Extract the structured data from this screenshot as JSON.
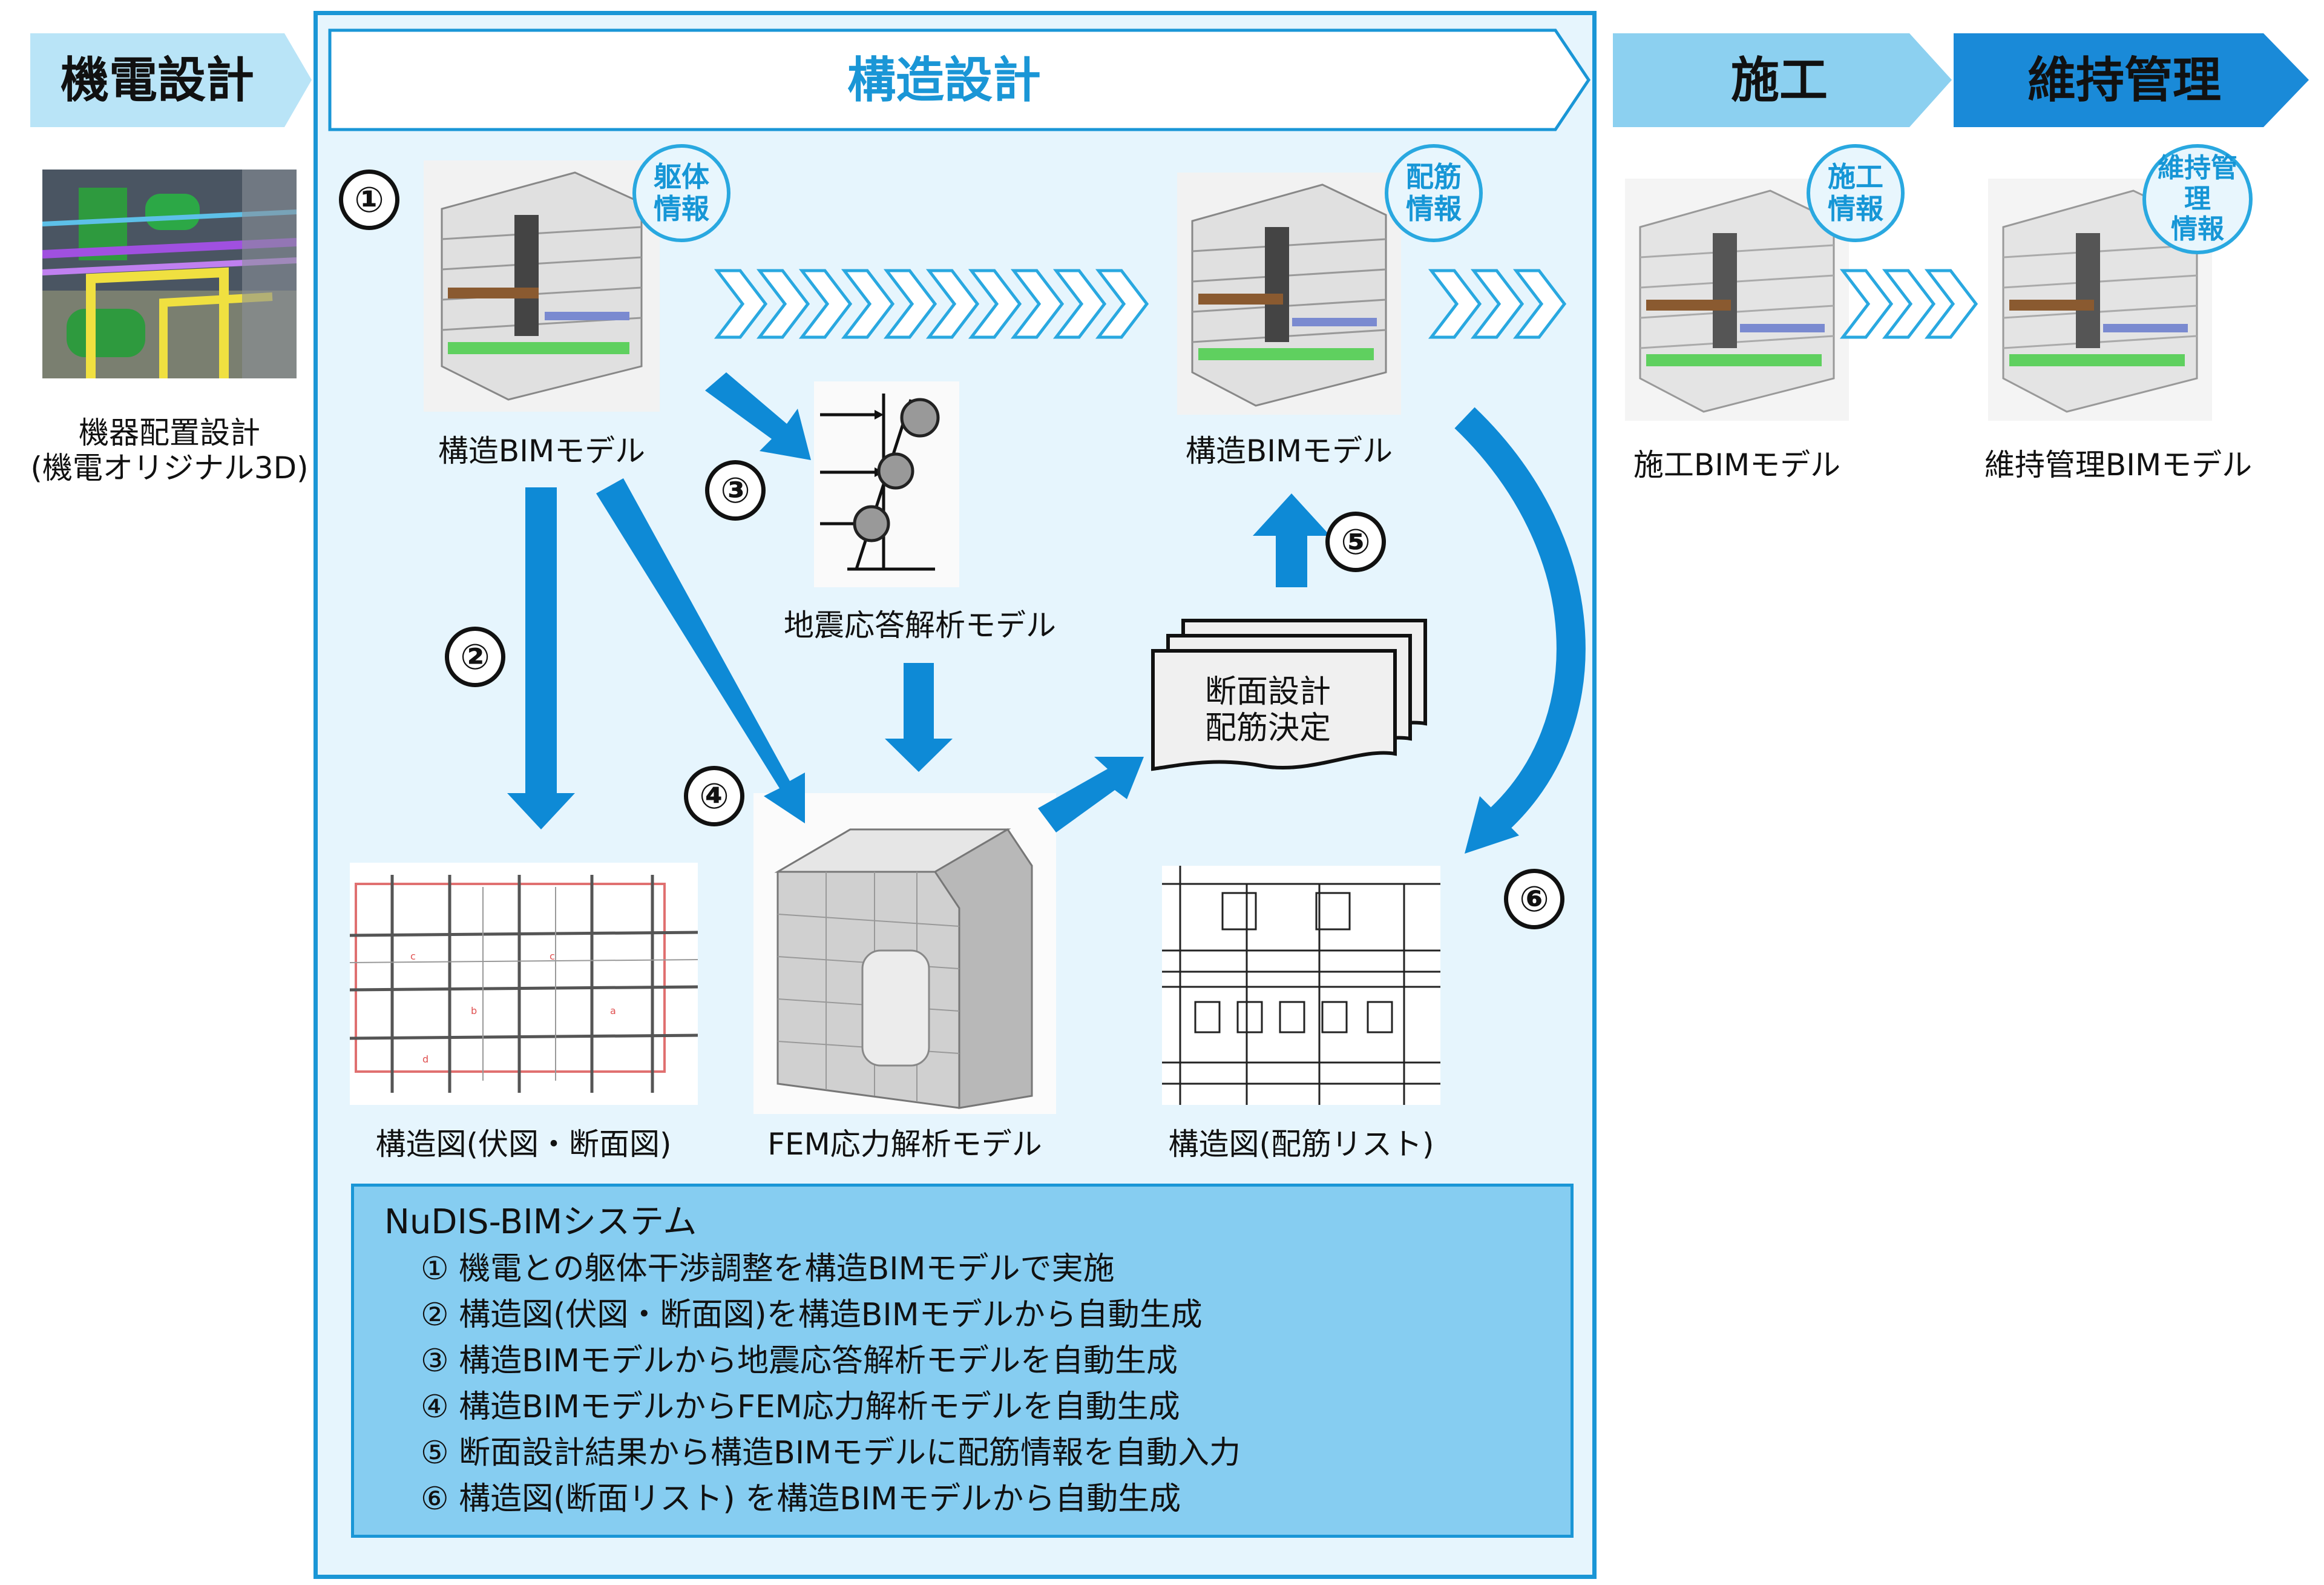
{
  "headers": {
    "mep_design": "機電設計",
    "structural_design": "構造設計",
    "construction": "施工",
    "maintenance": "維持管理"
  },
  "captions": {
    "mep_model": "機器配置設計",
    "mep_model_sub": "(機電オリジナル3D)",
    "structural_bim_1": "構造BIMモデル",
    "seismic_model": "地震応答解析モデル",
    "structural_bim_2": "構造BIMモデル",
    "construction_bim": "施工BIMモデル",
    "maintenance_bim": "維持管理BIMモデル",
    "structural_drawing": "構造図(伏図・断面図)",
    "fem_model": "FEM応力解析モデル",
    "rebar_list": "構造図(配筋リスト)"
  },
  "badges": {
    "frame_info_1": "躯体",
    "frame_info_2": "情報",
    "rebar_info_1": "配筋",
    "rebar_info_2": "情報",
    "construction_info_1": "施工",
    "construction_info_2": "情報",
    "maintenance_info_1": "維持管理",
    "maintenance_info_2": "情報"
  },
  "steps": {
    "s1": "①",
    "s2": "②",
    "s3": "③",
    "s4": "④",
    "s5": "⑤",
    "s6": "⑥"
  },
  "document_stack": {
    "line1": "断面設計",
    "line2": "配筋決定"
  },
  "system_box": {
    "title": "NuDIS-BIMシステム",
    "items": [
      "① 機電との躯体干渉調整を構造BIMモデルで実施",
      "② 構造図(伏図・断面図)を構造BIMモデルから自動生成",
      "③ 構造BIMモデルから地震応答解析モデルを自動生成",
      "④ 構造BIMモデルからFEM応力解析モデルを自動生成",
      "⑤ 断面設計結果から構造BIMモデルに配筋情報を自動入力",
      "⑥ 構造図(断面リスト) を構造BIMモデルから自動生成"
    ]
  },
  "colors": {
    "panel_bg": "#e6f5fd",
    "panel_border": "#1a96d6",
    "arrow_blue": "#0e8ad6",
    "header_light": "#8cd0f0",
    "header_dark": "#1a8ad8",
    "system_bg": "#86cdf1"
  }
}
